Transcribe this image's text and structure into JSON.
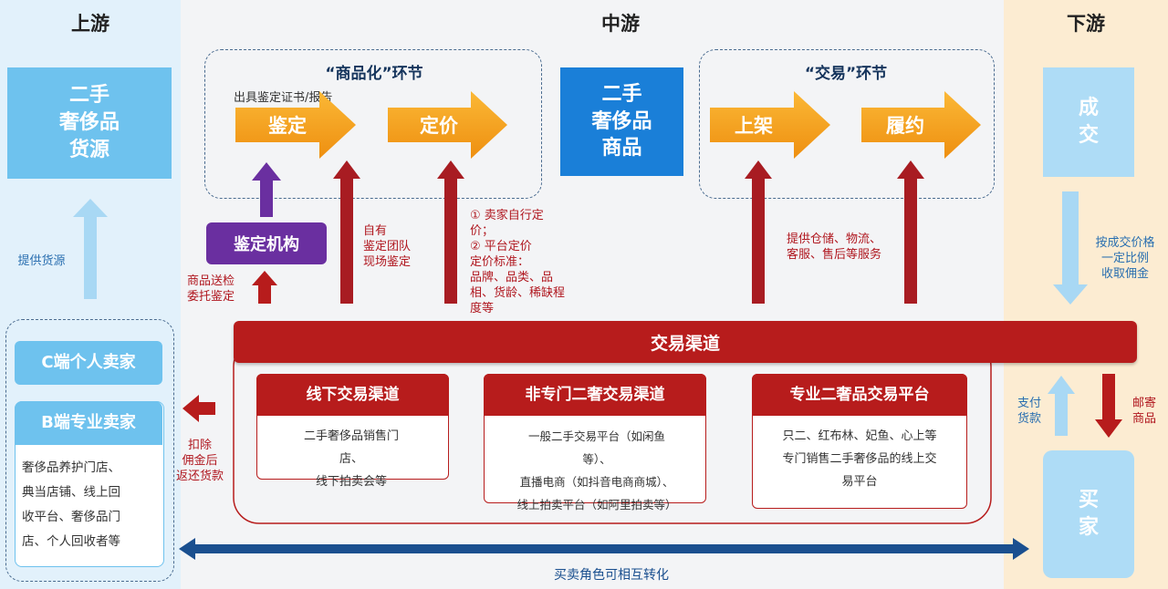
{
  "columns": {
    "upstream": "上游",
    "midstream": "中游",
    "downstream": "下游"
  },
  "upstream": {
    "source_box": [
      "二手",
      "奢侈品",
      "货源"
    ],
    "supply_label": "提供货源",
    "c_seller": "C端个人卖家",
    "b_seller": "B端专业卖家",
    "b_seller_desc": [
      "奢侈品养护门店、",
      "典当店铺、线上回",
      "收平台、奢侈品门",
      "店、个人回收者等"
    ]
  },
  "commoditization": {
    "title": "“商品化”环节",
    "cert_note": "出具鉴定证书/报告",
    "step1": "鉴定",
    "step2": "定价",
    "auth_org": "鉴定机构",
    "send_inspect": [
      "商品送检",
      "委托鉴定"
    ],
    "self_team": [
      "自有",
      "鉴定团队",
      "现场鉴定"
    ],
    "pricing_note": [
      "① 卖家自行定",
      "价；",
      "② 平台定价",
      "定价标准：",
      "品牌、品类、品",
      "相、货龄、稀缺程",
      "度等"
    ]
  },
  "center_box": [
    "二手",
    "奢侈品",
    "商品"
  ],
  "trade_section": {
    "title": "“交易”环节",
    "step1": "上架",
    "step2": "履约",
    "services": [
      "提供仓储、物流、",
      "客服、售后等服务"
    ]
  },
  "channels": {
    "main": "交易渠道",
    "offline": {
      "title": "线下交易渠道",
      "lines": [
        "二手奢侈品销售门",
        "店、",
        "线下拍卖会等"
      ]
    },
    "nonspecialized": {
      "title": "非专门二奢交易渠道",
      "lines": [
        "一般二手交易平台（如闲鱼",
        "等）、",
        "直播电商（如抖音电商商城）、",
        "线上拍卖平台（如阿里拍卖等）"
      ]
    },
    "specialized": {
      "title": "专业二奢品交易平台",
      "lines": [
        "只二、红布林、妃鱼、心上等",
        "专门销售二手奢侈品的线上交",
        "易平台"
      ]
    },
    "refund_note": [
      "扣除",
      "佣金后",
      "返还货款"
    ]
  },
  "downstream": {
    "deal_box": [
      "成",
      "交"
    ],
    "commission_note": [
      "按成交价格",
      "一定比例",
      "收取佣金"
    ],
    "pay_note": [
      "支付",
      "货款"
    ],
    "mail_note": [
      "邮寄",
      "商品"
    ],
    "buyer_box": [
      "买",
      "家"
    ]
  },
  "bottom_note": "买卖角色可相互转化",
  "colors": {
    "arrow_orange": "#f5a01a",
    "dark_red": "#b71c1c",
    "purple": "#6a2fa0",
    "light_blue": "#6ec2ee",
    "center_blue": "#1a7fd8",
    "navy": "#1a4f8f"
  }
}
